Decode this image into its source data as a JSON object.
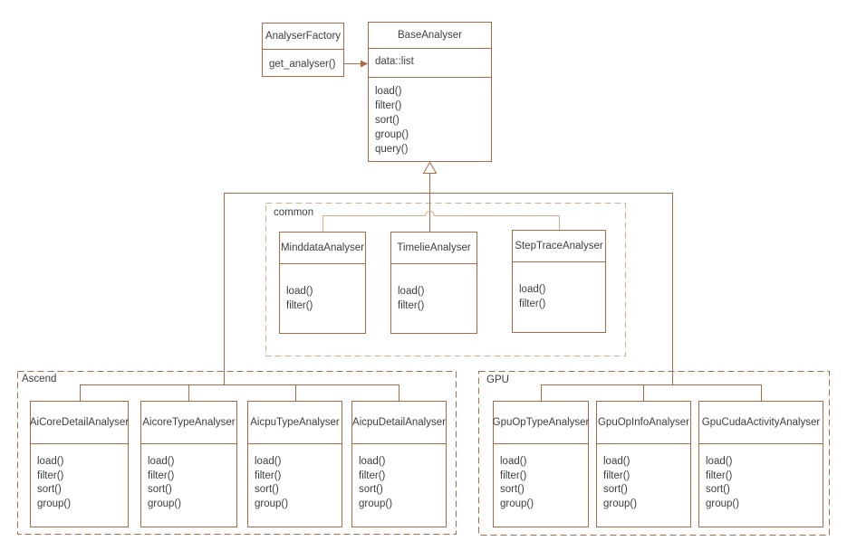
{
  "colors": {
    "line_dark": "#A96B45",
    "line_light": "#D8AC8E",
    "text": "#3E3E3E",
    "background": "#FFFFFF"
  },
  "diagram": {
    "factory": {
      "name": "AnalyserFactory",
      "methods": [
        "get_analyser()"
      ]
    },
    "base": {
      "name": "BaseAnalyser",
      "attributes": [
        "data::list"
      ],
      "methods": [
        "load()",
        "filter()",
        "sort()",
        "group()",
        "query()"
      ]
    },
    "groups": [
      {
        "label": "common",
        "classes": [
          {
            "name": "MinddataAnalyser",
            "methods": [
              "load()",
              "filter()"
            ]
          },
          {
            "name": "TimelieAnalyser",
            "methods": [
              "load()",
              "filter()"
            ]
          },
          {
            "name": "StepTraceAnalyser",
            "methods": [
              "load()",
              "filter()"
            ]
          }
        ]
      },
      {
        "label": "Ascend",
        "classes": [
          {
            "name": "AiCoreDetailAnalyser",
            "methods": [
              "load()",
              "filter()",
              "sort()",
              "group()"
            ]
          },
          {
            "name": "AicoreTypeAnalyser",
            "methods": [
              "load()",
              "filter()",
              "sort()",
              "group()"
            ]
          },
          {
            "name": "AicpuTypeAnalyser",
            "methods": [
              "load()",
              "filter()",
              "sort()",
              "group()"
            ]
          },
          {
            "name": "AicpuDetailAnalyser",
            "methods": [
              "load()",
              "filter()",
              "sort()",
              "group()"
            ]
          }
        ]
      },
      {
        "label": "GPU",
        "classes": [
          {
            "name": "GpuOpTypeAnalyser",
            "methods": [
              "load()",
              "filter()",
              "sort()",
              "group()"
            ]
          },
          {
            "name": "GpuOpInfoAnalyser",
            "methods": [
              "load()",
              "filter()",
              "sort()",
              "group()"
            ]
          },
          {
            "name": "GpuCudaActivityAnalyser",
            "methods": [
              "load()",
              "filter()",
              "sort()",
              "group()"
            ]
          }
        ]
      }
    ],
    "relations": [
      {
        "type": "directed-association",
        "from": "AnalyserFactory",
        "to": "BaseAnalyser"
      },
      {
        "type": "generalization",
        "parent": "BaseAnalyser",
        "children": [
          "MinddataAnalyser",
          "TimelieAnalyser",
          "StepTraceAnalyser",
          "Ascend group classes",
          "GPU group classes"
        ]
      }
    ]
  }
}
